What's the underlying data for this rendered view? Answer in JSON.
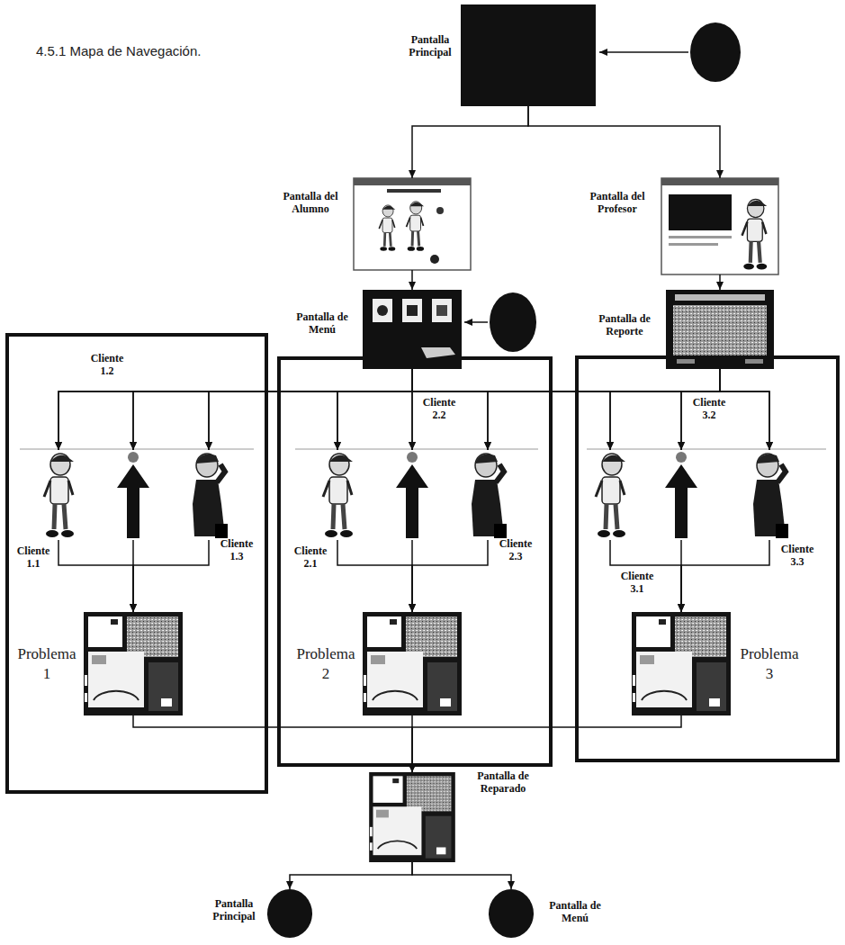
{
  "diagram": {
    "title": "4.5.1 Mapa de Navegación.",
    "nodes": [
      {
        "text": [
          "Pantalla Principal"
        ]
      },
      {
        "text": [
          "Pantalla del Alumno"
        ]
      },
      {
        "text": [
          "Pantalla del Profesor"
        ]
      },
      {
        "text": [
          "Pantalla de Menú"
        ]
      },
      {
        "text": [
          "Pantalla de Reporte"
        ]
      },
      {
        "text": [
          "Cliente 1.1"
        ]
      },
      {
        "text": [
          "Cliente 1.2"
        ]
      },
      {
        "text": [
          "Cliente 1.3"
        ]
      },
      {
        "text": [
          "Problema 1"
        ]
      },
      {
        "text": [
          "Cliente 2.1"
        ]
      },
      {
        "text": [
          "Cliente 2.2"
        ]
      },
      {
        "text": [
          "Cliente 2.3"
        ]
      },
      {
        "text": [
          "Problema 2"
        ]
      },
      {
        "text": [
          "Cliente 3.1"
        ]
      },
      {
        "text": [
          "Cliente 3.2"
        ]
      },
      {
        "text": [
          "Cliente 3.3"
        ]
      },
      {
        "text": [
          "Problema 3"
        ]
      },
      {
        "text": [
          "Pantalla de Reparado"
        ]
      },
      {
        "text": [
          "Pantalla Principal"
        ]
      },
      {
        "text": [
          "Pantalla de Menú"
        ]
      }
    ],
    "edges": [
      {
        "from": 0,
        "to": 1,
        "arrow": "to"
      },
      {
        "from": 0,
        "to": 2,
        "arrow": "to"
      },
      {
        "from": 1,
        "to": 3,
        "arrow": "to"
      },
      {
        "from": 2,
        "to": 4,
        "arrow": "to"
      },
      {
        "from": 3,
        "to": 5,
        "arrow": "to"
      },
      {
        "from": 3,
        "to": 6,
        "arrow": "to"
      },
      {
        "from": 3,
        "to": 7,
        "arrow": "to"
      },
      {
        "from": 3,
        "to": 9,
        "arrow": "to"
      },
      {
        "from": 3,
        "to": 10,
        "arrow": "to"
      },
      {
        "from": 3,
        "to": 11,
        "arrow": "to"
      },
      {
        "from": 3,
        "to": 13,
        "arrow": "to"
      },
      {
        "from": 3,
        "to": 14,
        "arrow": "to"
      },
      {
        "from": 3,
        "to": 15,
        "arrow": "to"
      },
      {
        "from": 4,
        "to": 5,
        "arrow": "to"
      },
      {
        "from": 4,
        "to": 6,
        "arrow": "to"
      },
      {
        "from": 4,
        "to": 7,
        "arrow": "to"
      },
      {
        "from": 4,
        "to": 9,
        "arrow": "to"
      },
      {
        "from": 4,
        "to": 10,
        "arrow": "to"
      },
      {
        "from": 4,
        "to": 11,
        "arrow": "to"
      },
      {
        "from": 4,
        "to": 13,
        "arrow": "to"
      },
      {
        "from": 4,
        "to": 14,
        "arrow": "to"
      },
      {
        "from": 4,
        "to": 15,
        "arrow": "to"
      },
      {
        "from": 5,
        "to": 8,
        "arrow": "to"
      },
      {
        "from": 6,
        "to": 8,
        "arrow": "to"
      },
      {
        "from": 7,
        "to": 8,
        "arrow": "to"
      },
      {
        "from": 9,
        "to": 12,
        "arrow": "to"
      },
      {
        "from": 10,
        "to": 12,
        "arrow": "to"
      },
      {
        "from": 11,
        "to": 12,
        "arrow": "to"
      },
      {
        "from": 13,
        "to": 16,
        "arrow": "to"
      },
      {
        "from": 14,
        "to": 16,
        "arrow": "to"
      },
      {
        "from": 15,
        "to": 16,
        "arrow": "to"
      },
      {
        "from": 8,
        "to": 17,
        "arrow": "to"
      },
      {
        "from": 12,
        "to": 17,
        "arrow": "to"
      },
      {
        "from": 16,
        "to": 17,
        "arrow": "to"
      },
      {
        "from": 17,
        "to": 18,
        "arrow": "to"
      },
      {
        "from": 17,
        "to": 19,
        "arrow": "to"
      }
    ]
  }
}
